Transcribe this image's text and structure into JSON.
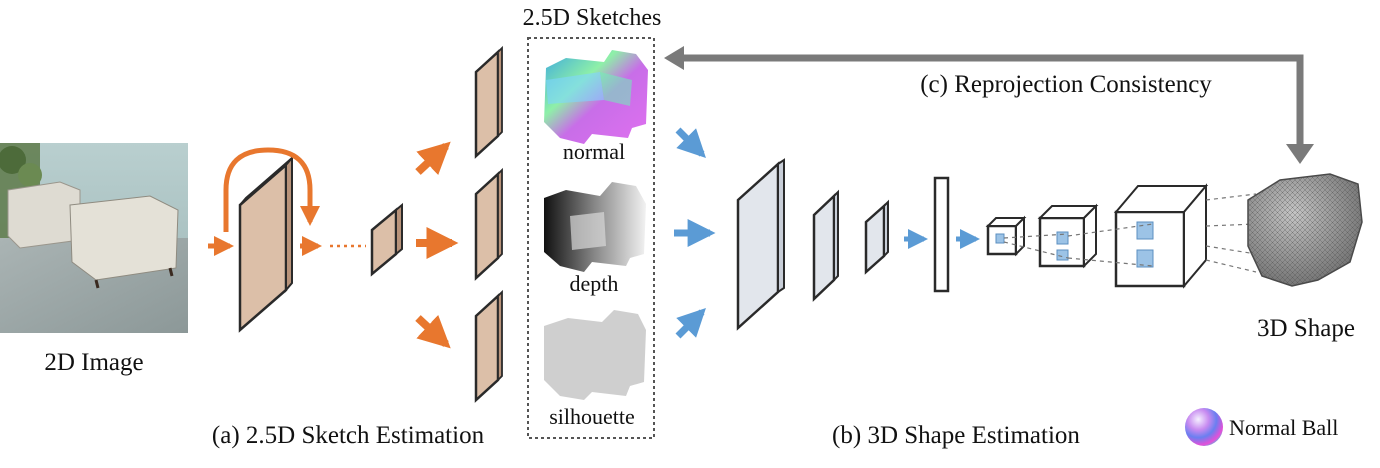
{
  "labels": {
    "sketches_title": "2.5D Sketches",
    "input_image": "2D Image",
    "normal": "normal",
    "depth": "depth",
    "silhouette": "silhouette",
    "section_a": "(a) 2.5D Sketch Estimation",
    "section_b": "(b) 3D Shape Estimation",
    "section_c": "(c) Reprojection Consistency",
    "output_shape": "3D Shape",
    "normal_ball": "Normal Ball"
  },
  "colors": {
    "encoder_fill": "#dcbfa8",
    "decoder_fill": "#e2e6ec",
    "orange_arrow": "#e8772e",
    "blue_arrow": "#5b9bd5",
    "cube_blue": "#9cc3e6",
    "feedback_arrow": "#7a7a7a",
    "outline": "#2a2a2a"
  }
}
